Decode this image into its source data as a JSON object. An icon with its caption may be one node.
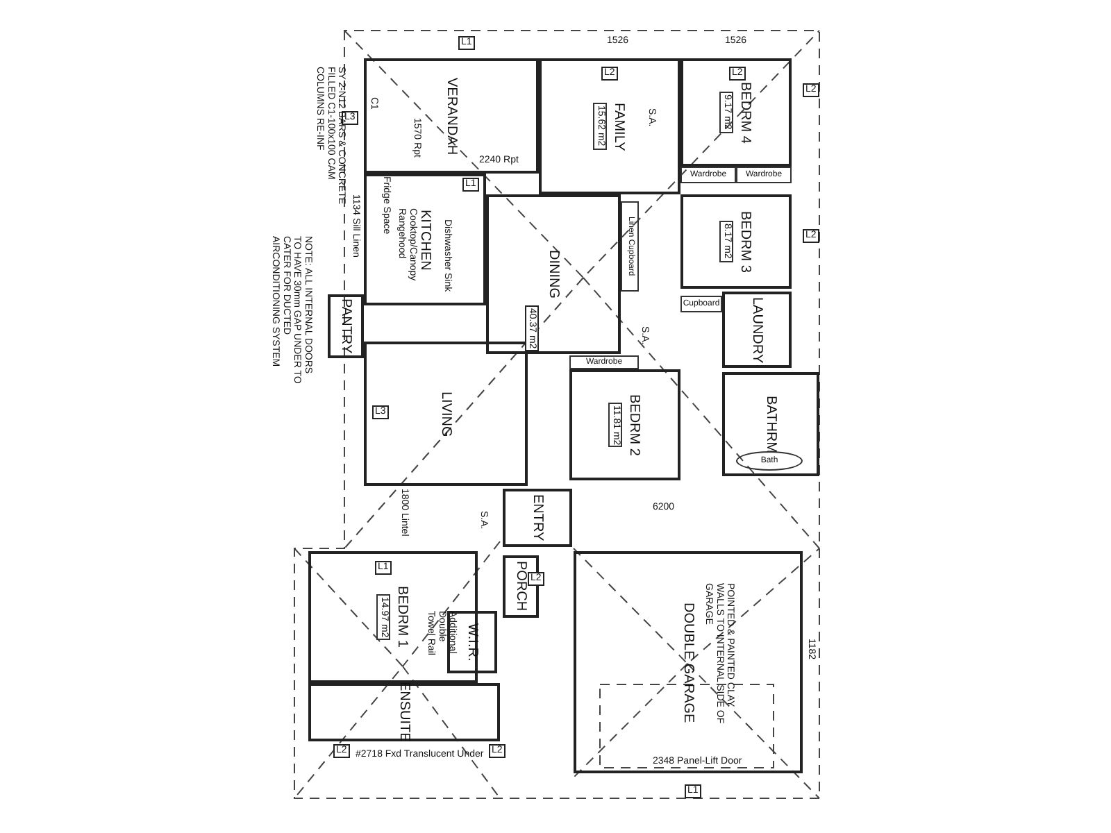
{
  "diagram": {
    "nodes": [
      {
        "text": [
          "VERANDAH"
        ]
      },
      {
        "text": [
          "FAMILY",
          "15.62 m2"
        ]
      },
      {
        "text": [
          "BEDRM 4",
          "9.17 m2"
        ]
      },
      {
        "text": [
          "Wardrobe"
        ]
      },
      {
        "text": [
          "Wardrobe"
        ]
      },
      {
        "text": [
          "BEDRM 3",
          "8.17 m2"
        ]
      },
      {
        "text": [
          "KITCHEN"
        ]
      },
      {
        "text": [
          "PANTRY"
        ]
      },
      {
        "text": [
          "DINING"
        ]
      },
      {
        "text": [
          "Linen Cupboard"
        ]
      },
      {
        "text": [
          "Cupboard"
        ]
      },
      {
        "text": [
          "LAUNDRY"
        ]
      },
      {
        "text": [
          "LIVING"
        ]
      },
      {
        "text": [
          "Wardrobe"
        ]
      },
      {
        "text": [
          "BEDRM 2",
          "11.81 m2"
        ]
      },
      {
        "text": [
          "BATHRM"
        ]
      },
      {
        "text": [
          "Bath"
        ],
        "in": 15
      },
      {
        "text": [
          "ENTRY"
        ]
      },
      {
        "text": [
          "PORCH"
        ]
      },
      {
        "text": [
          "BEDRM 1",
          "14.97 m2"
        ]
      },
      {
        "text": [
          "W.I.R."
        ]
      },
      {
        "text": [
          "ENSUITE"
        ]
      },
      {
        "text": [
          "DOUBLE GARAGE"
        ]
      }
    ],
    "labels": [
      "L1",
      "1526",
      "1526",
      "C1",
      "L2",
      "L2",
      "L3",
      "SY 2-N12 BARS & CONCRETE FILLED C1-100x100 CAM COLUMNS RE-INF",
      "1570 Rpt",
      "2240 Rpt",
      "L1",
      "S.A.",
      "L2",
      "L2",
      "Fridge Space",
      "Cooktop/Canopy Rangehood",
      "Dishwasher Sink",
      "1134 Sill Linen",
      "NOTE: ALL INTERNAL DOORS TO HAVE 30mm GAP UNDER TO CATER FOR DUCTED AIRCONDITIONING SYSTEM",
      "40.37 m2",
      "S.A.",
      "L3",
      "1800 Lintel",
      "6200",
      "S.A.",
      "L1",
      "Additional Double Towel Rail",
      "L2",
      "L2",
      "#2718 Fxd Translucent Under",
      "L2",
      "POINTED & PAINTED CLAY WALLS TO INTERNAL SIDE OF GARAGE",
      "2348 Panel-Lift Door",
      "1182",
      "L1"
    ]
  }
}
